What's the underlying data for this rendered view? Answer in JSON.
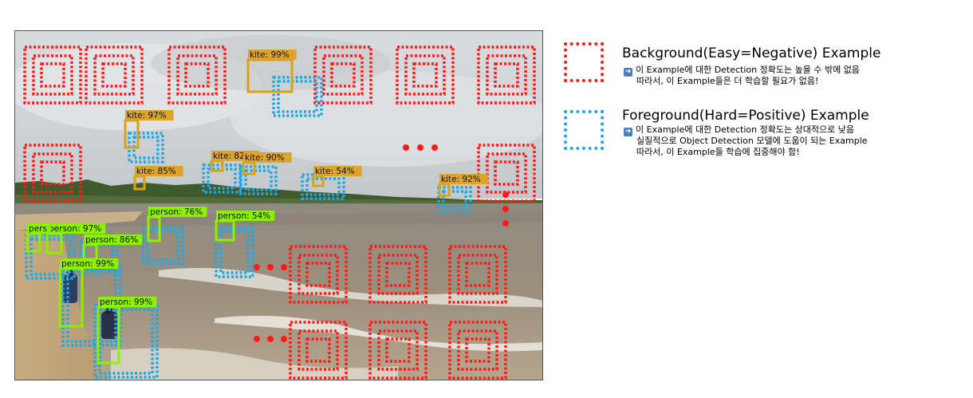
{
  "colors": {
    "background_box": "#ff1a1a",
    "foreground_box": "#1fa8e8",
    "kite_box": "#d9a21a",
    "kite_label_bg": "#dca52a",
    "person_box": "#8cf000",
    "person_label_bg": "#8cf000",
    "ellipsis_dots": "#ff1a1a"
  },
  "detections": [
    {
      "label": "kite: 99%",
      "class": "kite"
    },
    {
      "label": "kite: 97%",
      "class": "kite"
    },
    {
      "label": "kite: 85%",
      "class": "kite"
    },
    {
      "label": "kite: 82%",
      "class": "kite"
    },
    {
      "label": "kite: 90%",
      "class": "kite"
    },
    {
      "label": "kite: 54%",
      "class": "kite"
    },
    {
      "label": "kite: 92%",
      "class": "kite"
    },
    {
      "label": "person: 97%",
      "class": "person"
    },
    {
      "label": "person: 86%",
      "class": "person"
    },
    {
      "label": "person: 76%",
      "class": "person"
    },
    {
      "label": "person: 54%",
      "class": "person"
    },
    {
      "label": "person: 99%",
      "class": "person"
    },
    {
      "label": "person: 99%",
      "class": "person"
    },
    {
      "label": "pers",
      "class": "person"
    }
  ],
  "legend": {
    "background": {
      "title": "Background(Easy=Negative) Example",
      "line1": "이 Example에 대한 Detection 정확도는 높을 수 밖에 없음",
      "line2": "따라서, 이 Example들은 더 학습할 필요가 없음!"
    },
    "foreground": {
      "title": "Foreground(Hard=Positive) Example",
      "line1": "이 Example에 대한 Detection 정확도는 상대적으로 낮음",
      "line2": "실질적으로 Object Detection 모델에 도움이 되는 Example",
      "line3": "따라서, 이 Example들 학습에 집중해야 함!"
    },
    "arrow_icon": "right-arrow-icon"
  }
}
